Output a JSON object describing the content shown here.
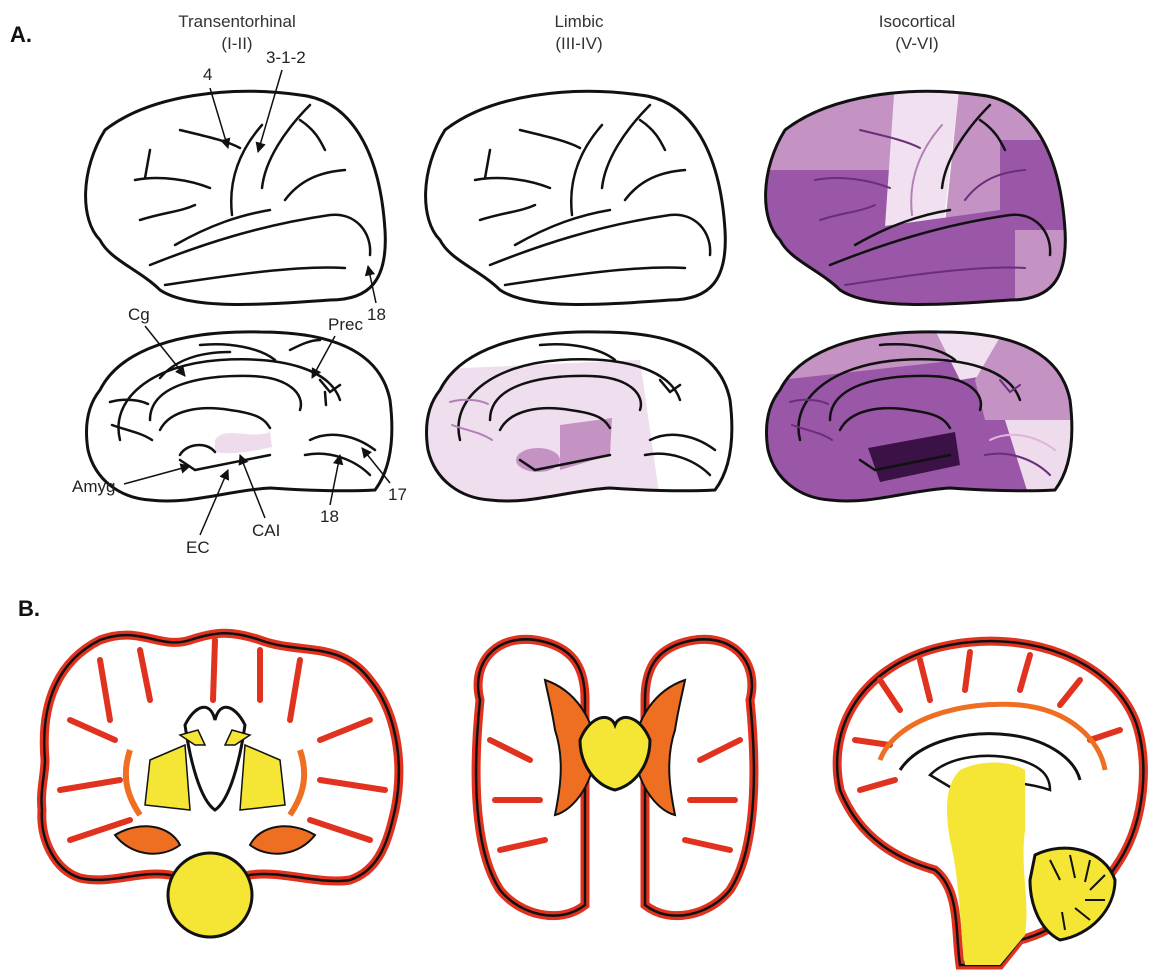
{
  "panels": {
    "a_label": "A.",
    "b_label": "B."
  },
  "stages": [
    {
      "name": "Transentorhinal",
      "range": "(I-II)"
    },
    {
      "name": "Limbic",
      "range": "(III-IV)"
    },
    {
      "name": "Isocortical",
      "range": "(V-VI)"
    }
  ],
  "annotations": {
    "area_4": "4",
    "area_312": "3-1-2",
    "area_18_lateral": "18",
    "cg": "Cg",
    "prec": "Prec",
    "amyg": "Amyg",
    "ec": "EC",
    "cai": "CAI",
    "area_18_medial": "18",
    "area_17": "17"
  },
  "colors": {
    "outline": "#111111",
    "purple_light": "#eedbec",
    "purple_mid": "#c493c4",
    "purple_dark": "#9a57a8",
    "purple_darkest": "#3a1245",
    "red_cortex": "#e0321e",
    "orange": "#ee6f22",
    "yellow": "#f5e635"
  }
}
